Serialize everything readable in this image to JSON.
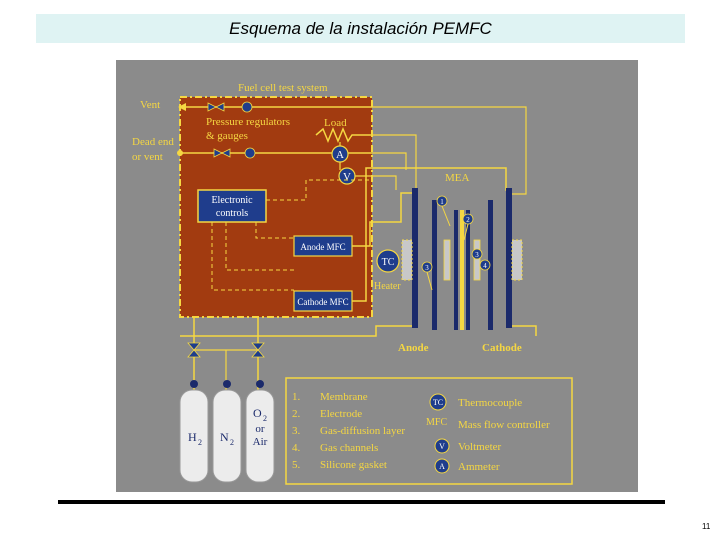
{
  "slide": {
    "title": "Esquema de la instalación PEMFC",
    "page_number": "11"
  },
  "diagram": {
    "system_label": "Fuel cell test system",
    "vent": "Vent",
    "dead_end_1": "Dead end",
    "dead_end_2": "or vent",
    "pressure_1": "Pressure regulators",
    "pressure_2": "& gauges",
    "load": "Load",
    "ammeter_sym": "A",
    "voltmeter_sym": "V",
    "electronic_1": "Electronic",
    "electronic_2": "controls",
    "anode_mfc": "Anode MFC",
    "cathode_mfc": "Cathode MFC",
    "mea": "MEA",
    "tc": "TC",
    "heater": "Heater",
    "anode": "Anode",
    "cathode": "Cathode",
    "markers": [
      "1",
      "2",
      "3",
      "3",
      "4"
    ],
    "cylinders": {
      "h2": "H",
      "h2_sub": "2",
      "n2": "N",
      "n2_sub": "2",
      "o2": "O",
      "o2_sub": "2",
      "or": "or",
      "air": "Air"
    },
    "colors": {
      "background": "#8b8b8b",
      "system_box": "#a23b10",
      "highlight": "#f5d742",
      "control_box": "#1f3d8c",
      "plates": "#1b2a6b"
    }
  },
  "legend": {
    "numbers": [
      "1.",
      "2.",
      "3.",
      "4.",
      "5."
    ],
    "items": [
      "Membrane",
      "Electrode",
      "Gas-diffusion layer",
      "Gas channels",
      "Silicone gasket"
    ],
    "symbols": [
      "TC",
      "MFC",
      "V",
      "A"
    ],
    "descriptions": [
      "Thermocouple",
      "Mass flow controller",
      "Voltmeter",
      "Ammeter"
    ]
  }
}
